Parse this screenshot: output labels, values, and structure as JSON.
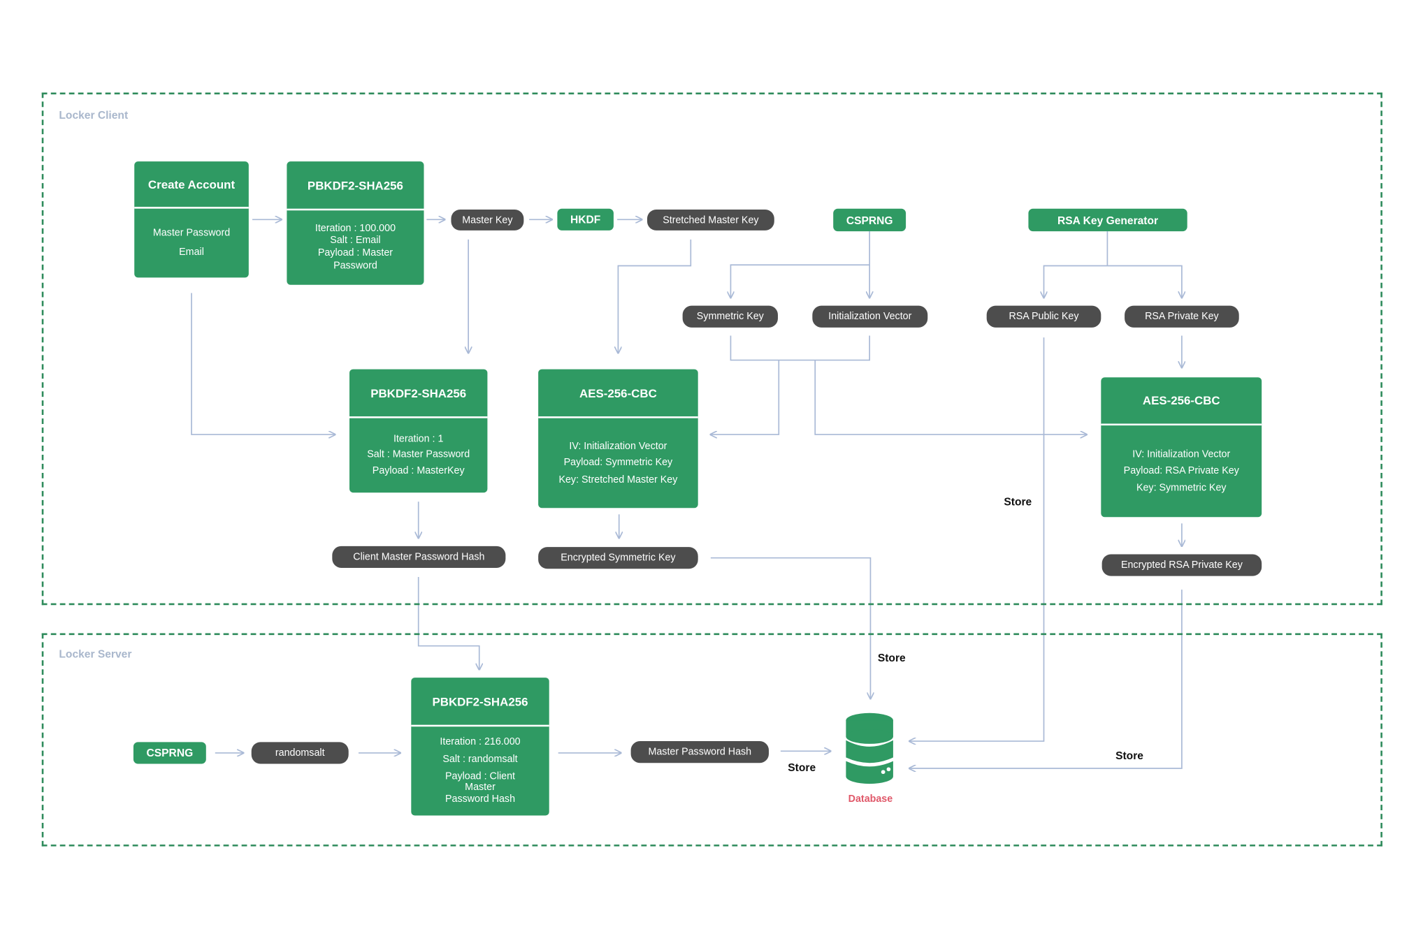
{
  "zones": {
    "client": "Locker Client",
    "server": "Locker Server"
  },
  "create_account": {
    "title": "Create Account",
    "lines": [
      "Master Password",
      "Email"
    ]
  },
  "pbkdf_client_1": {
    "title": "PBKDF2-SHA256",
    "lines": [
      "Iteration : 100.000",
      "Salt : Email",
      "Payload : Master",
      "Password"
    ]
  },
  "master_key": "Master Key",
  "hkdf": "HKDF",
  "stretched_master_key": "Stretched Master Key",
  "csprng_client": "CSPRNG",
  "rsa_key_generator": "RSA Key Generator",
  "symmetric_key": "Symmetric Key",
  "initialization_vector": "Initialization Vector",
  "rsa_public_key": "RSA Public Key",
  "rsa_private_key": "RSA Private Key",
  "pbkdf_client_2": {
    "title": "PBKDF2-SHA256",
    "lines": [
      "Iteration : 1",
      "Salt : Master Password",
      "Payload : MasterKey"
    ]
  },
  "aes_sym": {
    "title": "AES-256-CBC",
    "lines": [
      "IV: Initialization Vector",
      "Payload: Symmetric Key",
      "Key: Stretched Master Key"
    ]
  },
  "aes_rsa": {
    "title": "AES-256-CBC",
    "lines": [
      "IV: Initialization Vector",
      "Payload: RSA Private Key",
      "Key: Symmetric Key"
    ]
  },
  "client_master_password_hash": "Client Master Password Hash",
  "encrypted_symmetric_key": "Encrypted Symmetric Key",
  "encrypted_rsa_private_key": "Encrypted RSA Private Key",
  "store_labels": [
    "Store",
    "Store",
    "Store",
    "Store"
  ],
  "csprng_server": "CSPRNG",
  "randomsalt": "randomsalt",
  "pbkdf_server": {
    "title": "PBKDF2-SHA256",
    "lines": [
      "Iteration : 216.000",
      "Salt : randomsalt",
      "Payload : Client",
      "Master",
      "Password Hash"
    ]
  },
  "master_password_hash": "Master Password Hash",
  "database": {
    "label": "Database",
    "icon": "database-icon"
  },
  "colors": {
    "green": "#2f9a63",
    "dark_pill": "#4d4d4d",
    "connector": "#a9b9d6",
    "zone_border": "#2e8b5b",
    "zone_label": "#a9b7cc",
    "database_label": "#e0596a"
  }
}
